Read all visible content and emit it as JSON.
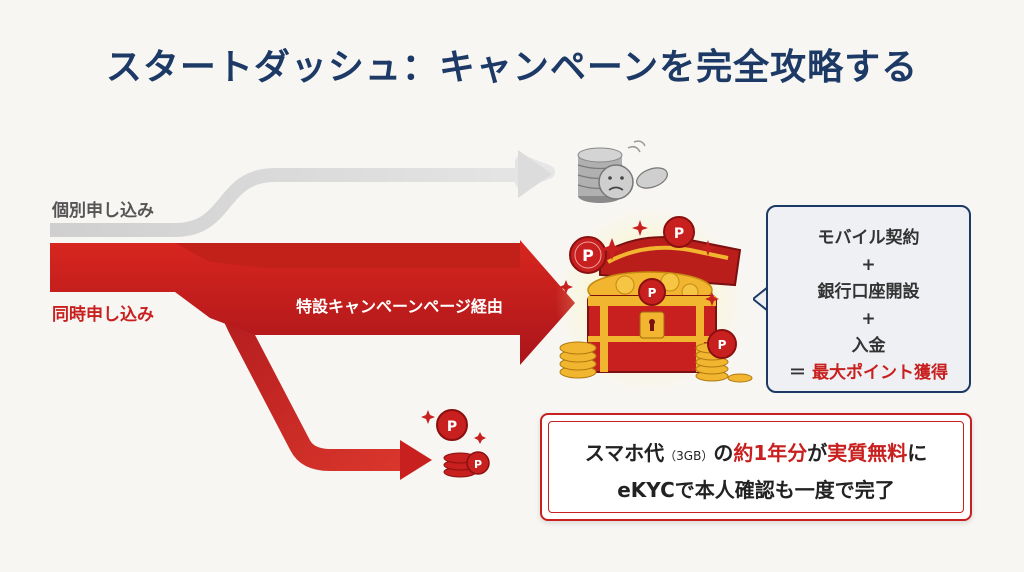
{
  "title": "スタートダッシュ：キャンペーンを完全攻略する",
  "paths": {
    "individual_label": "個別申し込み",
    "simultaneous_label": "同時申し込み",
    "main_arrow_text": "特設キャンペーンページ経由"
  },
  "bubble": {
    "line1": "モバイル契約",
    "plus1": "+",
    "line2": "銀行口座開設",
    "plus2": "+",
    "line3": "入金",
    "eq": "＝",
    "result": "最大ポイント獲得"
  },
  "note": {
    "l1_a": "スマホ代",
    "l1_b": "（3GB）",
    "l1_c": "の",
    "l1_d": "約1年分",
    "l1_e": "が",
    "l1_f": "実質無料",
    "l1_g": "に",
    "line2": "eKYCで本人確認も一度で完了"
  },
  "icons": {
    "coin_letter": "P"
  },
  "colors": {
    "title": "#1d3a66",
    "red": "#c8201f",
    "gray": "#d8d8d8",
    "gold": "#f2b530"
  }
}
